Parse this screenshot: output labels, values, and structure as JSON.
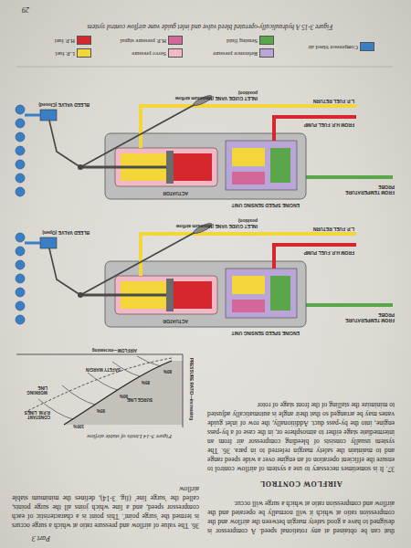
{
  "diagram": {
    "caption": "Figure 3-15 A hydraulically-operated bleed valve and inlet guide vane airflow control system",
    "labels": [
      "Part 3",
      "that can be obtained at any rotational speed. A compressor is designed to have a good safety margin between the airflow and the compression ratio at which it will normally be operated and the airflow and compression ratio at which a surge will occur.",
      "AIRFLOW CONTROL",
      "37. It is sometimes necessary to use a system of airflow control to ensure the efficient operation of an engine over a wide speed range and to maintain the safety margin referred to in para. 36. The system usually consists of bleeding compressor air from an intermediate stage either to atmosphere or, in the case of a by-pass engine, into the by-pass duct. Additionally, the row of inlet guide vanes may be arranged so that their angle is automatically adjusted to minimize the stalling of the front stage of rotor",
      "36. The value of airflow and pressure ratio at which a surge occurs is termed the 'surge point'. This point is a characteristic of each compressor speed, and a line which joins all the surge points, called the 'surge line' (fig. 3-14), defines the minimum stable airflow",
      "Figure 3-14 Limits of stable airflow",
      "PRESSURE RATIO—increasing",
      "AIRFLOW—increasing",
      "SURGE LINE",
      "SAFETY MARGIN",
      "WORKING LINE",
      "CONSTANT R.P.M. LINES",
      "100%",
      "95%",
      "90%",
      "85%",
      "80%",
      "FROM TEMPERATURE PROBE",
      "ENGINE SPEED SENSING UNIT",
      "ACTUATOR",
      "FROM H.P. FUEL PUMP",
      "L.P. FUEL RETURN",
      "INLET GUIDE VANE (Minimum airflow position)",
      "BLEED VALVE (Open)",
      "FROM TEMPERATURE PROBE",
      "ENGINE SPEED SENSING UNIT",
      "ACTUATOR",
      "FROM H.P. FUEL PUMP",
      "L.P. FUEL RETURN",
      "INLET GUIDE VANE (Maximum airflow position)",
      "BLEED VALVE (Closed)",
      "29"
    ],
    "legend": [
      {
        "text": "Compressor bleed air",
        "color": "#3a7fc4"
      },
      {
        "text": "Reference pressure",
        "color": "#b9a6d6"
      },
      {
        "text": "Servo pressure",
        "color": "#f2b8c6"
      },
      {
        "text": "L.P. fuel",
        "color": "#f2d63a"
      },
      {
        "text": "Sensing fluid",
        "color": "#5aa64a"
      },
      {
        "text": "H.P. pressure signal",
        "color": "#d2689a"
      },
      {
        "text": "H.P. fuel",
        "color": "#d6262e"
      }
    ]
  }
}
